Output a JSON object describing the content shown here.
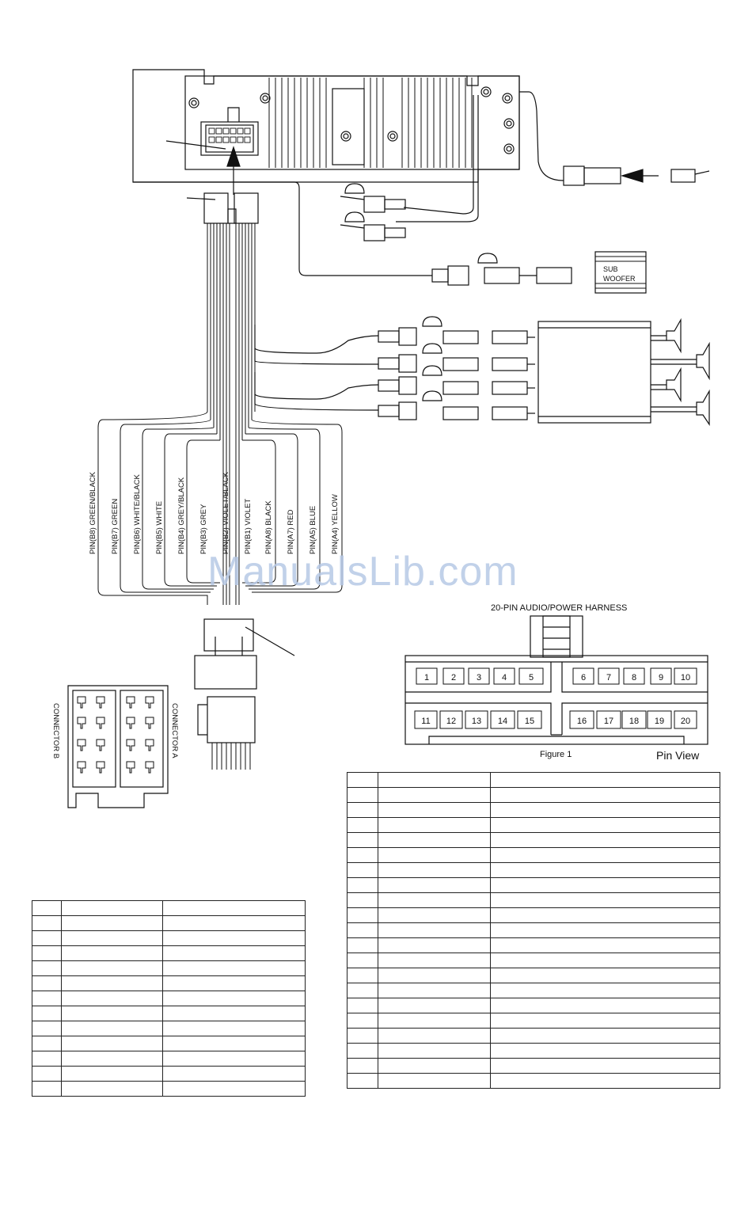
{
  "watermark": "ManualsLib.com",
  "subwoofer_box": {
    "line1": "SUB",
    "line2": "WOOFER"
  },
  "wire_labels": [
    "PIN(B8) GREEN/BLACK",
    "PIN(B7) GREEN",
    "PIN(B6) WHITE/BLACK",
    "PIN(B5) WHITE",
    "PIN(B4) GREY/BLACK",
    "PIN(B3) GREY",
    "PIN(B2) VIOLET/BLACK",
    "PIN(B1) VIOLET",
    "PIN(A8) BLACK",
    "PIN(A7) RED",
    "PIN(A5) BLUE",
    "PIN(A4) YELLOW"
  ],
  "connector_labels": {
    "a": "CONNECTOR A",
    "b": "CONNECTOR B"
  },
  "harness": {
    "title": "20-PIN  AUDIO/POWER HARNESS",
    "pins_top_left": [
      "1",
      "2",
      "3",
      "4",
      "5"
    ],
    "pins_top_right": [
      "6",
      "7",
      "8",
      "9",
      "10"
    ],
    "pins_bottom_left": [
      "11",
      "12",
      "13",
      "14",
      "15"
    ],
    "pins_bottom_right": [
      "16",
      "17",
      "18",
      "19",
      "20"
    ],
    "figure_caption": "Figure 1",
    "view_label": "Pin View"
  },
  "left_table": {
    "rows": 13,
    "cols": 3
  },
  "right_table": {
    "rows": 21,
    "cols": 3
  }
}
